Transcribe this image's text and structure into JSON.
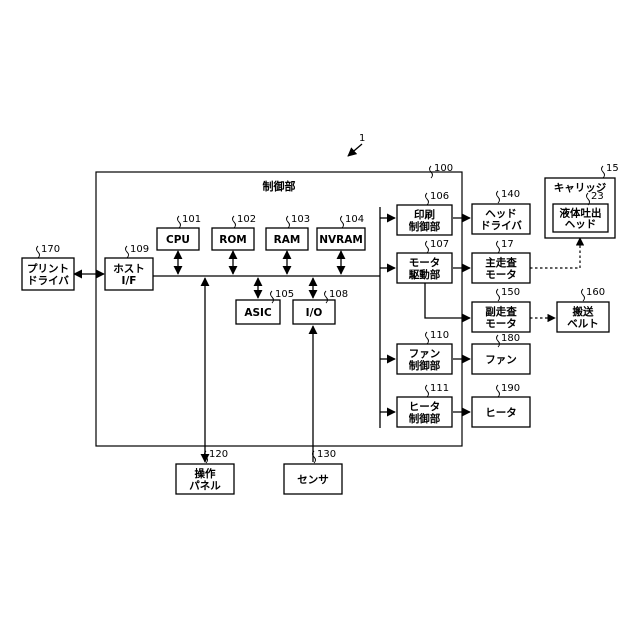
{
  "figure_ref": "1",
  "control_unit": {
    "title": "制御部",
    "ref": "100"
  },
  "blocks": {
    "cpu": {
      "label": [
        "CPU"
      ],
      "ref": "101"
    },
    "rom": {
      "label": [
        "ROM"
      ],
      "ref": "102"
    },
    "ram": {
      "label": [
        "RAM"
      ],
      "ref": "103"
    },
    "nvram": {
      "label": [
        "NVRAM"
      ],
      "ref": "104"
    },
    "host_if": {
      "label": [
        "ホスト",
        "I/F"
      ],
      "ref": "109"
    },
    "asic": {
      "label": [
        "ASIC"
      ],
      "ref": "105"
    },
    "io": {
      "label": [
        "I/O"
      ],
      "ref": "108"
    },
    "print_ctrl": {
      "label": [
        "印刷",
        "制御部"
      ],
      "ref": "106"
    },
    "motor_drive": {
      "label": [
        "モータ",
        "駆動部"
      ],
      "ref": "107"
    },
    "fan_ctrl": {
      "label": [
        "ファン",
        "制御部"
      ],
      "ref": "110"
    },
    "heater_ctrl": {
      "label": [
        "ヒータ",
        "制御部"
      ],
      "ref": "111"
    },
    "print_driver": {
      "label": [
        "プリント",
        "ドライバ"
      ],
      "ref": "170"
    },
    "head_driver": {
      "label": [
        "ヘッド",
        "ドライバ"
      ],
      "ref": "140"
    },
    "main_scan_motor": {
      "label": [
        "主走査",
        "モータ"
      ],
      "ref": "17"
    },
    "sub_scan_motor": {
      "label": [
        "副走査",
        "モータ"
      ],
      "ref": "150"
    },
    "fan": {
      "label": [
        "ファン"
      ],
      "ref": "180"
    },
    "heater": {
      "label": [
        "ヒータ"
      ],
      "ref": "190"
    },
    "carriage": {
      "label": [
        "キャリッジ"
      ],
      "ref": "15"
    },
    "liquid_head": {
      "label": [
        "液体吐出",
        "ヘッド"
      ],
      "ref": "23"
    },
    "transport_belt": {
      "label": [
        "搬送",
        "ベルト"
      ],
      "ref": "160"
    },
    "op_panel": {
      "label": [
        "操作",
        "パネル"
      ],
      "ref": "120"
    },
    "sensor": {
      "label": [
        "センサ"
      ],
      "ref": "130"
    }
  }
}
